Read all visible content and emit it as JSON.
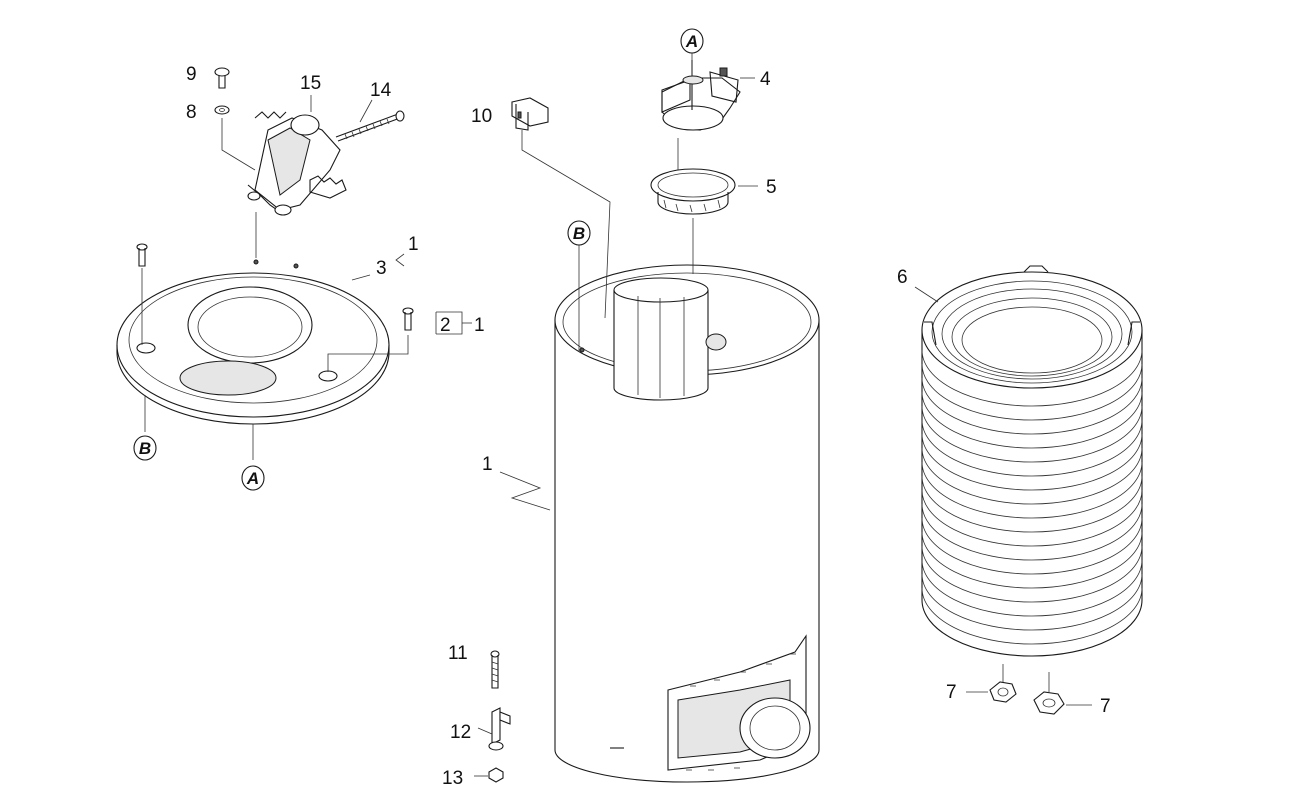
{
  "labels": {
    "p1": "1",
    "p2": "2",
    "p3": "3",
    "p4": "4",
    "p5": "5",
    "p6": "6",
    "p7": "7",
    "p8": "8",
    "p9": "9",
    "p10": "10",
    "p11": "11",
    "p12": "12",
    "p13": "13",
    "p14": "14",
    "p15": "15"
  },
  "refs": {
    "a": "A",
    "b": "B"
  }
}
